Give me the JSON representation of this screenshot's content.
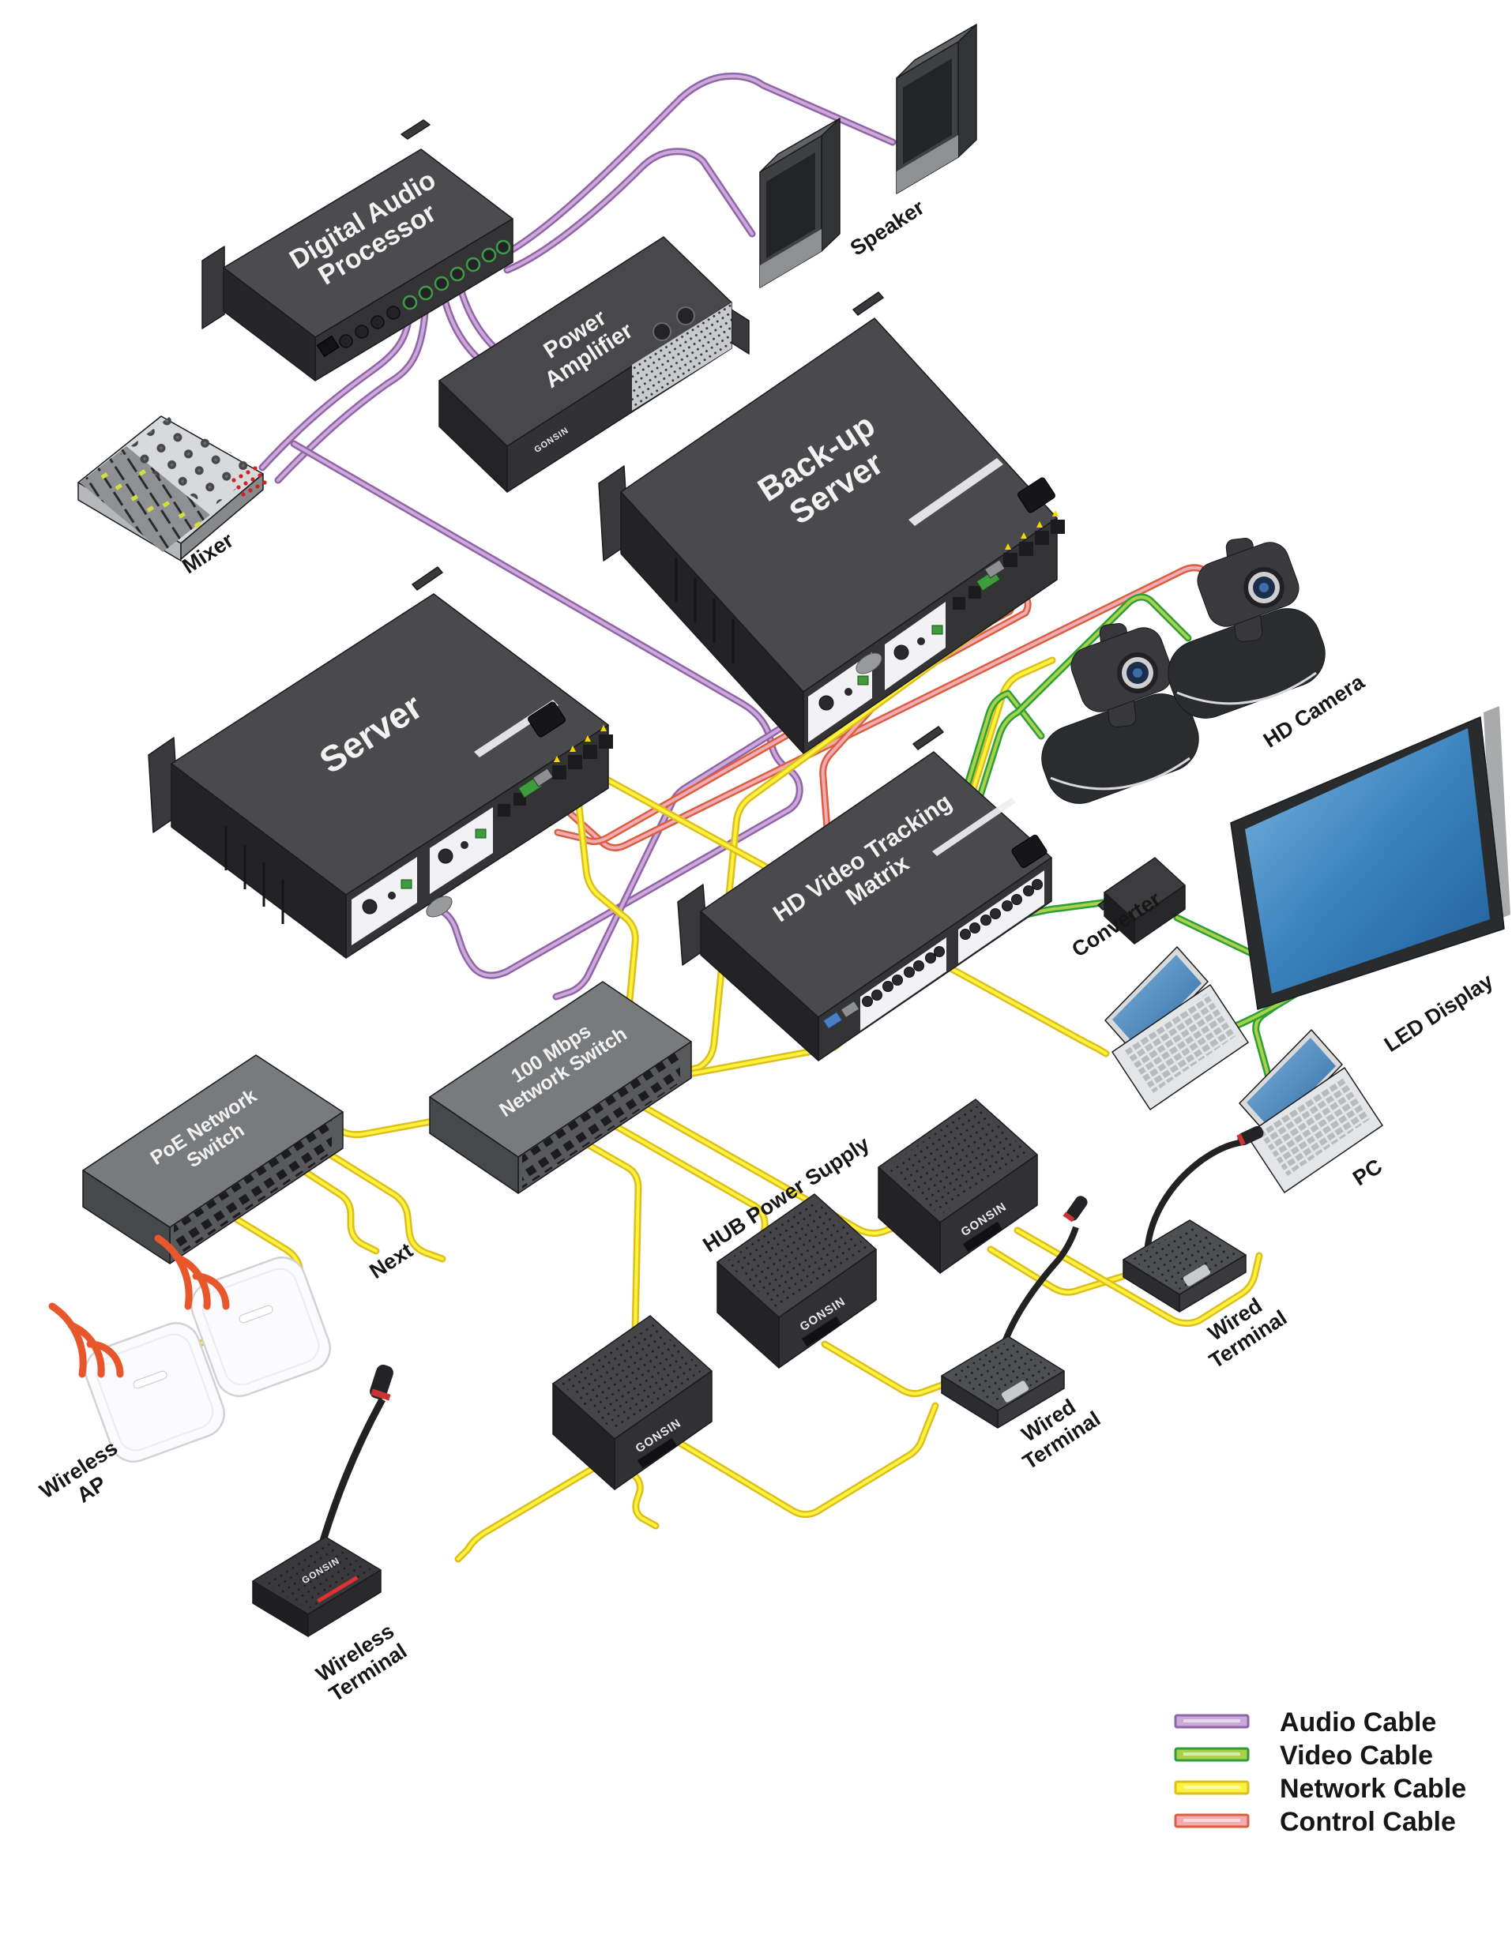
{
  "brand": "GONSIN",
  "devices": {
    "digital_audio_processor": {
      "line1": "Digital Audio",
      "line2": "Processor"
    },
    "power_amplifier": {
      "line1": "Power",
      "line2": "Amplifier"
    },
    "backup_server": {
      "line1": "Back-up",
      "line2": "Server"
    },
    "server": {
      "label": "Server"
    },
    "hd_matrix": {
      "line1": "HD Video Tracking",
      "line2": "Matrix"
    },
    "poe_switch": {
      "line1": "PoE Network",
      "line2": "Switch"
    },
    "switch_100m": {
      "line1": "100 Mbps",
      "line2": "Network Switch"
    }
  },
  "labels": {
    "speaker": "Speaker",
    "mixer": "Mixer",
    "hd_camera": "HD Camera",
    "converter": "Converter",
    "led_display": "LED Display",
    "pc": "PC",
    "next": "Next",
    "hub_power_supply": "HUB Power Supply",
    "wired_terminal_line1": "Wired",
    "wired_terminal_line2": "Terminal",
    "wireless_ap_line1": "Wireless",
    "wireless_ap_line2": "AP",
    "wireless_terminal_line1": "Wireless",
    "wireless_terminal_line2": "Terminal"
  },
  "legend": {
    "items": [
      {
        "label": "Audio Cable",
        "color": "#8f65a8",
        "fill": "#cda9da"
      },
      {
        "label": "Video Cable",
        "color": "#2f9e38",
        "fill": "#a8d24b"
      },
      {
        "label": "Network Cable",
        "color": "#dcbf1e",
        "fill": "#fff23c"
      },
      {
        "label": "Control Cable",
        "color": "#d9603f",
        "fill": "#f2abb5"
      }
    ]
  }
}
